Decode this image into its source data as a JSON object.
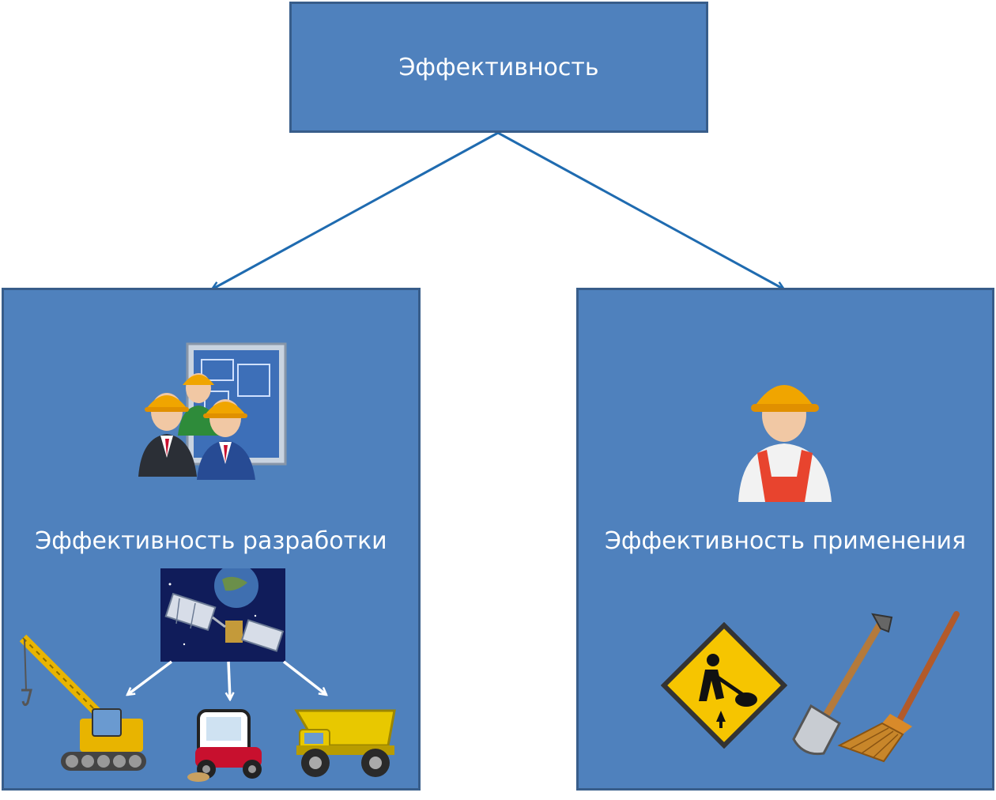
{
  "diagram": {
    "root": {
      "label": "Эффективность"
    },
    "children": [
      {
        "label": "Эффективность разработки"
      },
      {
        "label": "Эффективность применения"
      }
    ]
  },
  "colors": {
    "box_fill": "#4f81bd",
    "box_border": "#385d8a",
    "connector": "#1f6bb0",
    "text": "#ffffff"
  },
  "icons": {
    "left_top": "construction-engineers-with-blueprint-icon",
    "left_center": "satellite-in-orbit-icon",
    "left_bottom": [
      "crane-icon",
      "street-sweeper-icon",
      "dump-truck-icon"
    ],
    "right_top": "construction-worker-icon",
    "right_bottom": [
      "road-work-sign-icon",
      "shovel-icon",
      "broom-icon"
    ]
  }
}
